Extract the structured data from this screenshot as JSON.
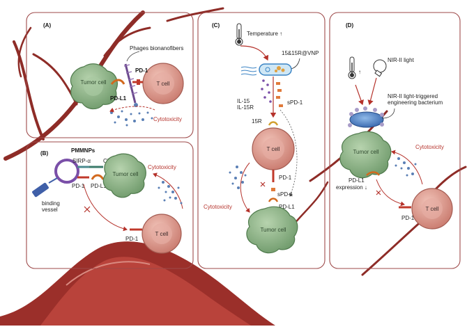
{
  "panels": {
    "a": {
      "tag": "(A)",
      "phage_label": "Phages bionanofibers",
      "pd1": "PD-1",
      "pdl1": "PD-L1",
      "tumor": "Tumor cell",
      "tcell": "T cell",
      "cytotoxicity": "Cytotoxicity"
    },
    "b": {
      "tag": "(B)",
      "pmmnps": "PMMNPs",
      "sirpa": "SIRP-α",
      "cd47": "CD47",
      "pd1_left": "PD-1",
      "pdl1": "PD-L1",
      "pd1_tcell": "PD-1",
      "tumor": "Tumor cell",
      "tcell": "T cell",
      "cytotoxicity": "Cytotoxicity",
      "vessel_line1": "binding",
      "vessel_line2": "vessel"
    },
    "c": {
      "tag": "(C)",
      "temperature": "Temperature ↑",
      "vnp": "15&15R@VNP",
      "il15": "IL-15",
      "il15r": "IL-15R",
      "spd1_top": "sPD-1",
      "r15": "15R",
      "tcell": "T cell",
      "pd1": "PD-1",
      "spd1_bottom": "sPD-1",
      "pdl1": "PD-L1",
      "tumor": "Tumor cell",
      "cytotoxicity": "Cytotoxicity"
    },
    "d": {
      "tag": "(D)",
      "nir": "NIR-II light",
      "bacterium_line1": "NIR-II light-triggered",
      "bacterium_line2": "engineering bacterium",
      "tumor": "Tumor cell",
      "cytotoxicity": "Cytotoxicity",
      "pdl1_expr_line1": "PD-L1",
      "pdl1_expr_line2": "expression ↓",
      "tcell": "T cell",
      "pd1": "PD-1"
    }
  },
  "colors": {
    "frame": "#9e4a4a",
    "vessel": "#9b2f2a",
    "tumor_fill": "#8fb48a",
    "tcell_fill": "#d9998f",
    "receptor": "#c0392b",
    "accent_red": "#b5322b"
  }
}
